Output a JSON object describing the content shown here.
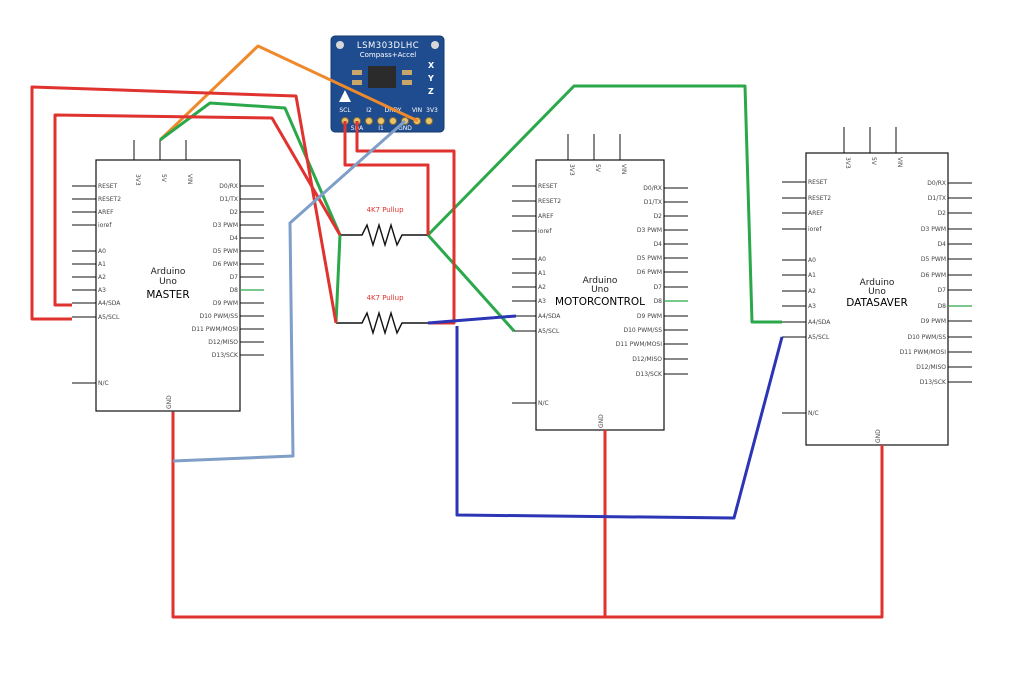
{
  "colors": {
    "red_wire": "#e0322e",
    "green_wire": "#2aa84a",
    "orange_wire": "#ef8a2c",
    "lightblue_wire": "#7f9ec8",
    "blue_wire": "#2b35b5",
    "sensor_board": "#1e4c8f"
  },
  "pin_labels": {
    "left": [
      "RESET",
      "RESET2",
      "AREF",
      "ioref",
      "A0",
      "A1",
      "A2",
      "A3",
      "A4/SDA",
      "A5/SCL",
      "N/C"
    ],
    "right": [
      "D0/RX",
      "D1/TX",
      "D2",
      "D3 PWM",
      "D4",
      "D5 PWM",
      "D6 PWM",
      "D7",
      "D8",
      "D9 PWM",
      "D10 PWM/SS",
      "D11 PWM/MOSI",
      "D12/MISO",
      "D13/SCK"
    ],
    "top": [
      "3V3",
      "5V",
      "VIN"
    ],
    "bottom": "GND"
  },
  "boards": {
    "master": {
      "title_line1": "Arduino",
      "title_line2": "Uno",
      "name": "MASTER"
    },
    "motor": {
      "title_line1": "Arduino",
      "title_line2": "Uno",
      "name": "MOTORCONTROL"
    },
    "data": {
      "title_line1": "Arduino",
      "title_line2": "Uno",
      "name": "DATASAVER"
    }
  },
  "resistors": {
    "r1": {
      "label": "4K7 Pullup"
    },
    "r2": {
      "label": "4K7 Pullup"
    }
  },
  "sensor": {
    "title": "LSM303DLHC",
    "subtitle": "Compass+Accel",
    "pins_top": [
      "SCL",
      "I2",
      "DRDY",
      "VIN",
      "3V3"
    ],
    "pins_bottom": [
      "SDA",
      "I1",
      "GND"
    ],
    "axis_labels": [
      "X",
      "Y",
      "Z"
    ]
  }
}
